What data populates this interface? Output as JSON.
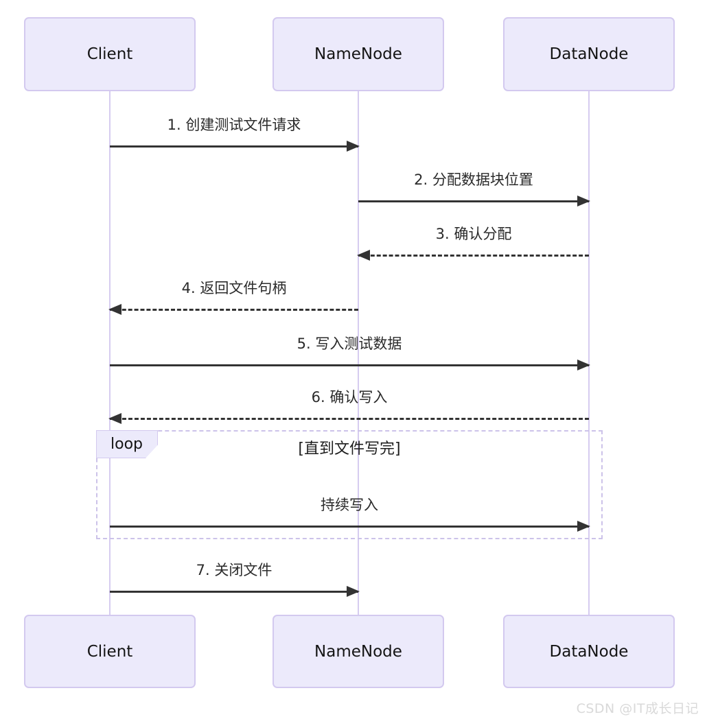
{
  "diagram": {
    "type": "sequence-diagram",
    "actors": [
      {
        "name": "Client"
      },
      {
        "name": "NameNode"
      },
      {
        "name": "DataNode"
      }
    ],
    "messages": [
      {
        "label": "1. 创建测试文件请求",
        "from": "Client",
        "to": "NameNode",
        "line": "solid",
        "direction": "right"
      },
      {
        "label": "2. 分配数据块位置",
        "from": "NameNode",
        "to": "DataNode",
        "line": "solid",
        "direction": "right"
      },
      {
        "label": "3. 确认分配",
        "from": "DataNode",
        "to": "NameNode",
        "line": "dashed",
        "direction": "left"
      },
      {
        "label": "4. 返回文件句柄",
        "from": "NameNode",
        "to": "Client",
        "line": "dashed",
        "direction": "left"
      },
      {
        "label": "5. 写入测试数据",
        "from": "Client",
        "to": "DataNode",
        "line": "solid",
        "direction": "right"
      },
      {
        "label": "6. 确认写入",
        "from": "DataNode",
        "to": "Client",
        "line": "dashed",
        "direction": "left"
      },
      {
        "label": "持续写入",
        "from": "Client",
        "to": "DataNode",
        "line": "solid",
        "direction": "right",
        "inside_loop": true
      },
      {
        "label": "7. 关闭文件",
        "from": "Client",
        "to": "NameNode",
        "line": "solid",
        "direction": "right"
      }
    ],
    "loop": {
      "label": "loop",
      "condition": "[直到文件写完]"
    },
    "watermark": "CSDN @IT成长日记",
    "colors": {
      "actor_fill": "#ECEAFB",
      "actor_border": "#D3C9EF",
      "lifeline": "#D6CCF0",
      "arrow": "#333333",
      "loop_border": "#CCC2E9",
      "watermark": "#D9D9D9",
      "background": "#FFFFFF"
    }
  }
}
